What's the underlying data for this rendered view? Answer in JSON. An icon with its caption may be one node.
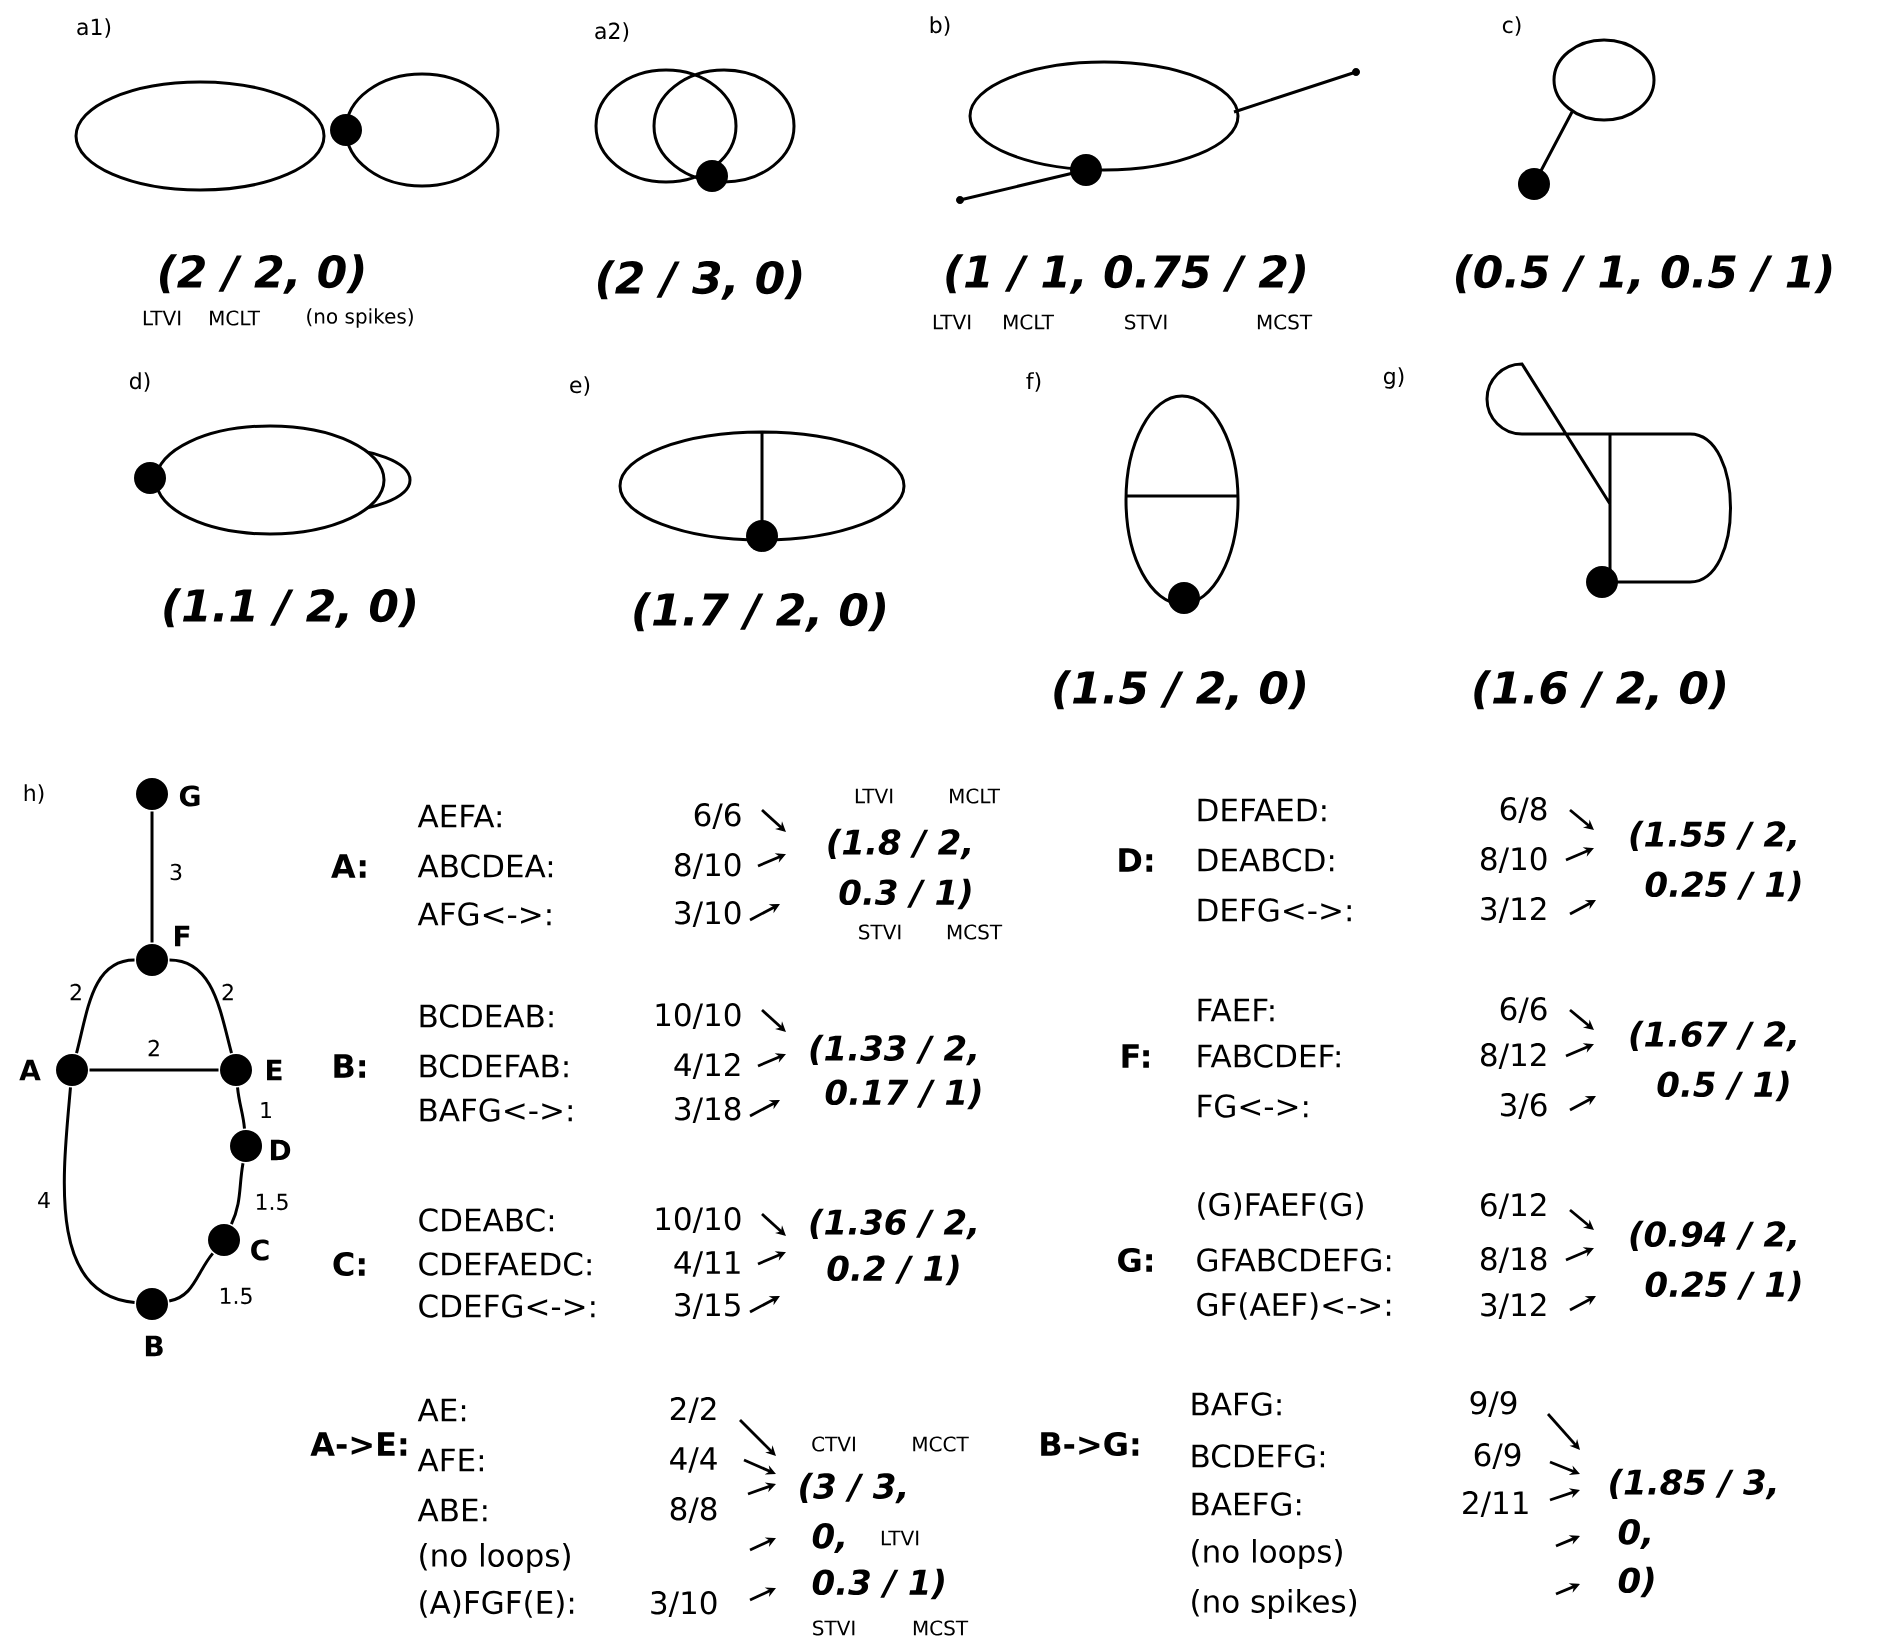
{
  "diagram": {
    "nodes": [
      {
        "text": [],
        "shape": "circle",
        "beside": [
          "G"
        ]
      },
      {
        "text": [],
        "shape": "circle",
        "beside": [
          "F"
        ]
      },
      {
        "text": [],
        "shape": "circle",
        "beside": [
          "A"
        ]
      },
      {
        "text": [],
        "shape": "circle",
        "beside": [
          "E"
        ]
      },
      {
        "text": [],
        "shape": "circle",
        "beside": [
          "D"
        ]
      },
      {
        "text": [],
        "shape": "circle",
        "beside": [
          "C"
        ]
      },
      {
        "text": [],
        "shape": "circle",
        "beside": [
          "B"
        ]
      }
    ],
    "edges": [
      {
        "from": 0,
        "to": 1,
        "arrow": "none",
        "label": "3"
      },
      {
        "from": 1,
        "to": 2,
        "arrow": "none",
        "label": "2"
      },
      {
        "from": 1,
        "to": 3,
        "arrow": "none",
        "label": "2"
      },
      {
        "from": 2,
        "to": 3,
        "arrow": "none",
        "label": "2"
      },
      {
        "from": 3,
        "to": 4,
        "arrow": "none",
        "label": "1"
      },
      {
        "from": 4,
        "to": 5,
        "arrow": "none",
        "label": "1.5"
      },
      {
        "from": 5,
        "to": 6,
        "arrow": "none",
        "label": "1.5"
      },
      {
        "from": 2,
        "to": 6,
        "arrow": "none",
        "label": "4"
      }
    ],
    "labels": [
      "a1)",
      "a2)",
      "b)",
      "c)",
      "(2 / 2, 0)",
      "LTVI",
      "MCLT",
      "(no spikes)",
      "(2 / 3, 0)",
      "(1 / 1, 0.75 / 2)",
      "LTVI",
      "MCLT",
      "STVI",
      "MCST",
      "(0.5 / 1, 0.5 / 1)",
      "d)",
      "(1.1 / 2, 0)",
      "e)",
      "(1.7 / 2, 0)",
      "f)",
      "(1.5 / 2, 0)",
      "g)",
      "(1.6 / 2, 0)",
      "h)",
      "A:",
      "AEFA:",
      "6/6",
      "ABCDEA:",
      "8/10",
      "AFG<->:",
      "3/10",
      "LTVI",
      "MCLT",
      "(1.8 / 2,",
      "0.3 / 1)",
      "STVI",
      "MCST",
      "B:",
      "BCDEAB:",
      "10/10",
      "BCDEFAB:",
      "4/12",
      "BAFG<->:",
      "3/18",
      "(1.33 / 2,",
      "0.17 / 1)",
      "C:",
      "CDEABC:",
      "10/10",
      "CDEFAEDC:",
      "4/11",
      "CDEFG<->:",
      "3/15",
      "(1.36 / 2,",
      "0.2 / 1)",
      "D:",
      "DEFAED:",
      "6/8",
      "DEABCD:",
      "8/10",
      "DEFG<->:",
      "3/12",
      "(1.55 / 2,",
      "0.25 / 1)",
      "F:",
      "FAEF:",
      "6/6",
      "FABCDEF:",
      "8/12",
      "FG<->:",
      "3/6",
      "(1.67 / 2,",
      "0.5 / 1)",
      "G:",
      "(G)FAEF(G)",
      "6/12",
      "GFABCDEFG:",
      "8/18",
      "GF(AEF)<->:",
      "3/12",
      "(0.94 / 2,",
      "0.25 / 1)",
      "A->E:",
      "AE:",
      "2/2",
      "AFE:",
      "4/4",
      "ABE:",
      "8/8",
      "(no loops)",
      "(A)FGF(E):",
      "3/10",
      "CTVI",
      "MCCT",
      "(3 / 3,",
      "0,",
      "LTVI",
      "0.3 / 1)",
      "STVI",
      "MCST",
      "B->G:",
      "BAFG:",
      "9/9",
      "BCDEFG:",
      "6/9",
      "BAEFG:",
      "2/11",
      "(no loops)",
      "(no spikes)",
      "(1.85 / 3,",
      "0,",
      "0)"
    ]
  }
}
